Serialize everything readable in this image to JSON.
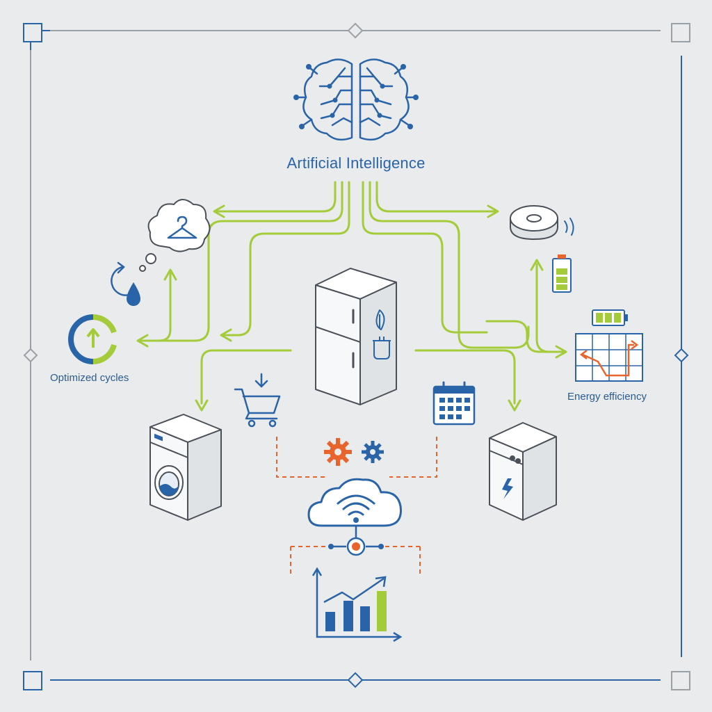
{
  "diagram": {
    "title": "Artificial Intelligence",
    "labels": {
      "optimized_cycles": "Optimized cycles",
      "energy_efficiency": "Energy efficiency"
    },
    "icons": [
      "brain-circuit-icon",
      "refrigerator-icon",
      "cloud-wifi-icon",
      "washing-machine-icon",
      "dryer-appliance-icon",
      "robot-vacuum-icon",
      "battery-icon",
      "energy-grid-chart-icon",
      "hanger-thought-bubble-icon",
      "water-drop-icon",
      "recycle-cycle-icon",
      "shopping-cart-icon",
      "calendar-icon",
      "gears-icon",
      "bar-chart-icon"
    ],
    "colors": {
      "background": "#e9ebec",
      "primary_blue": "#2a64a8",
      "accent_green": "#a4cc3a",
      "accent_orange": "#e8642c",
      "frame_gray": "#9aa1a6"
    }
  }
}
